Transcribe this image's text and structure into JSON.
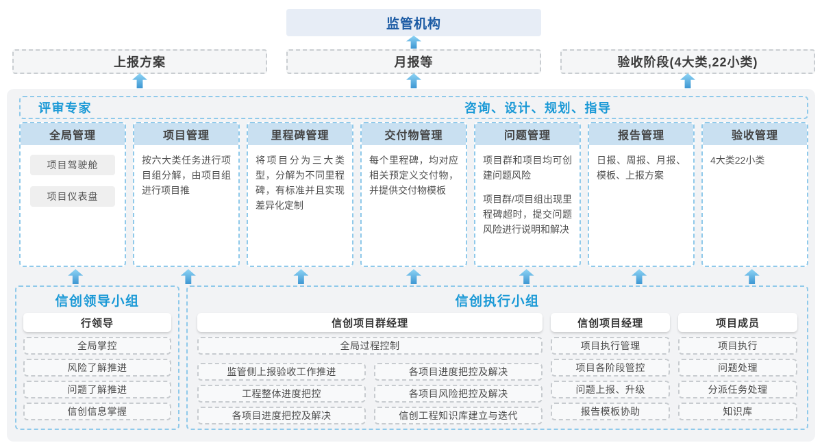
{
  "top": {
    "regulator_label": "监管机构",
    "report_boxes": [
      {
        "label": "上报方案"
      },
      {
        "label": "月报等"
      },
      {
        "label": "验收阶段(4大类,22小类)"
      }
    ]
  },
  "panel": {
    "band": {
      "left_title": "评审专家",
      "right_title": "咨询、设计、规划、指导"
    },
    "columns": [
      {
        "header": "全局管理",
        "pills": [
          "项目驾驶舱",
          "项目仪表盘"
        ]
      },
      {
        "header": "项目管理",
        "body": [
          "按六大类任务进行项目组分解，由项目组进行项目推"
        ]
      },
      {
        "header": "里程碑管理",
        "body": [
          "将项目分为三大类型，分解为不同里程碑，有标准并且实现差异化定制"
        ]
      },
      {
        "header": "交付物管理",
        "body": [
          "每个里程碑，均对应相关预定义交付物，并提供交付物模板"
        ]
      },
      {
        "header": "问题管理",
        "body": [
          "项目群和项目均可创建问题风险",
          "项目群/项目组出现里程碑超时，提交问题风险进行说明和解决"
        ]
      },
      {
        "header": "报告管理",
        "body": [
          "日报、周报、月报、模板、上报方案"
        ]
      },
      {
        "header": "验收管理",
        "body": [
          "4大类22小类"
        ]
      }
    ]
  },
  "bottom": {
    "lead": {
      "title": "信创领导小组",
      "role": "行领导",
      "items": [
        "全局掌控",
        "风险了解推进",
        "问题了解推进",
        "信创信息掌握"
      ]
    },
    "exec": {
      "title": "信创执行小组",
      "group": {
        "role": "信创项目群经理",
        "full_item": "全局过程控制",
        "items": [
          "监管侧上报验收工作推进",
          "各项目进度把控及解决",
          "工程整体进度把控",
          "各项目风险把控及解决",
          "各项目进度把控及解决",
          "信创工程知识库建立与迭代"
        ]
      },
      "pm": {
        "role": "信创项目经理",
        "items": [
          "项目执行管理",
          "项目各阶段管控",
          "问题上报、升级",
          "报告模板协助"
        ]
      },
      "member": {
        "role": "项目成员",
        "items": [
          "项目执行",
          "问题处理",
          "分派任务处理",
          "知识库"
        ]
      }
    }
  },
  "colors": {
    "accent_blue": "#1a99d6",
    "dark_blue": "#1c5ba4",
    "arrow_blue": "#3d96d2",
    "column_header_bg": "#c9e0f1",
    "dashed_blue_border": "#8fc9ea",
    "regulator_bg": "#e7edf6"
  }
}
